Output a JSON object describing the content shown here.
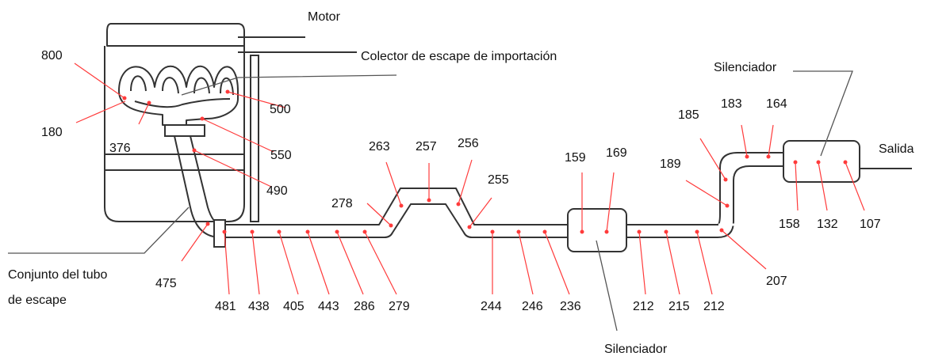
{
  "labels": {
    "motor": "Motor",
    "colector": "Colector de escape de importación",
    "silenciador_top": "Silenciador",
    "silenciador_bottom": "Silenciador",
    "salida": "Salida",
    "conjunto_1": "Conjunto del tubo",
    "conjunto_2": "de escape"
  },
  "temperatures": [
    "800",
    "180",
    "376",
    "500",
    "550",
    "490",
    "475",
    "481",
    "438",
    "405",
    "443",
    "286",
    "279",
    "278",
    "263",
    "257",
    "256",
    "255",
    "244",
    "246",
    "236",
    "159",
    "169",
    "212",
    "215",
    "212",
    "207",
    "189",
    "185",
    "183",
    "164",
    "158",
    "132",
    "107"
  ],
  "colors": {
    "marker": "#ff3b3b",
    "line": "#333333"
  }
}
